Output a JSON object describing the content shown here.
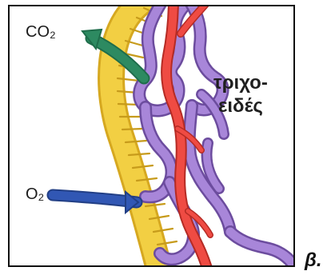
{
  "labels": {
    "co2": "CO₂",
    "o2": "O₂",
    "capillaries_line_1": "τριχο-",
    "capillaries_line_2": "ειδές",
    "figure_letter": "β."
  },
  "colors": {
    "background": "#ffffff",
    "border": "#111111",
    "alveolar_wall": "#f2cf43",
    "alveolar_wall_shadow": "#d6a820",
    "capillary_network": "#a886d9",
    "capillary_network_dark": "#6c4c9e",
    "artery": "#ef4b43",
    "artery_dark": "#b52b24",
    "co2_arrow": "#2d8a61",
    "o2_arrow": "#3157b4"
  }
}
